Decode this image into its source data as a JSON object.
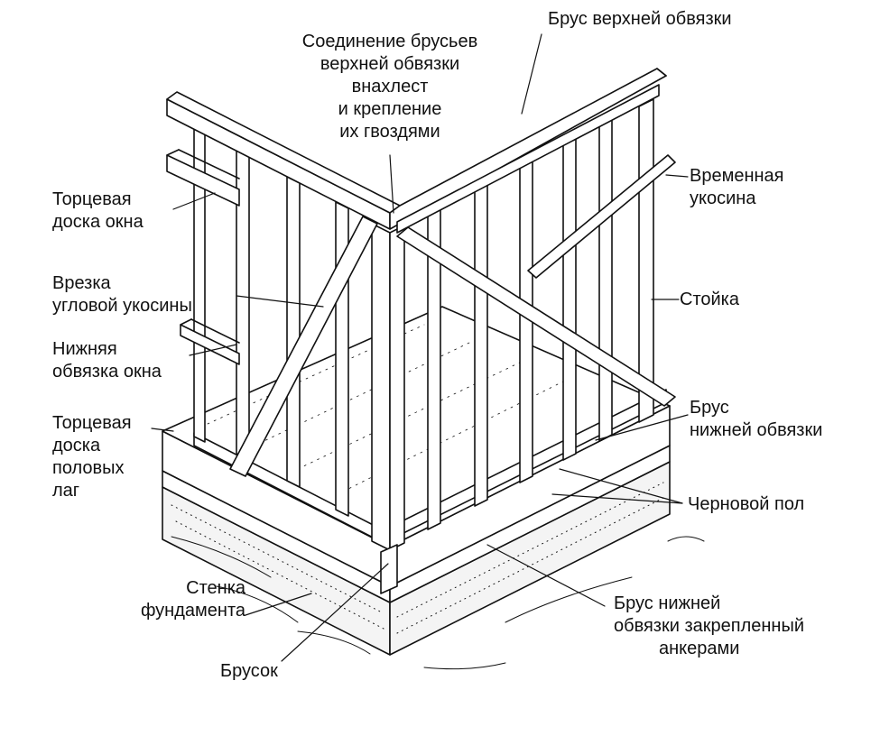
{
  "labels": {
    "top_plate": "Брус верхней обвязки",
    "top_plate_joint": [
      "Соединение брусьев",
      "верхней обвязки",
      "внахлест",
      "и крепление",
      "их гвоздями"
    ],
    "temp_brace": [
      "Временная",
      "укосина"
    ],
    "window_header": [
      "Торцевая",
      "доска окна"
    ],
    "corner_brace": [
      "Врезка",
      "угловой укосины"
    ],
    "stud": "Стойка",
    "window_sill": [
      "Нижняя",
      "обвязка окна"
    ],
    "bottom_plate": [
      "Брус",
      "нижней обвязки"
    ],
    "rim_joist": [
      "Торцевая",
      "доска",
      "половых",
      "лаг"
    ],
    "subfloor": "Черновой пол",
    "foundation_wall": [
      "Стенка",
      "фундамента"
    ],
    "anchored_sill": [
      "Брус нижней",
      "обвязки  закрепленный",
      "анкерами"
    ],
    "block": "Брусок"
  },
  "colors": {
    "ink": "#111111",
    "concrete_fill": "#f4f4f4",
    "background": "#ffffff"
  }
}
